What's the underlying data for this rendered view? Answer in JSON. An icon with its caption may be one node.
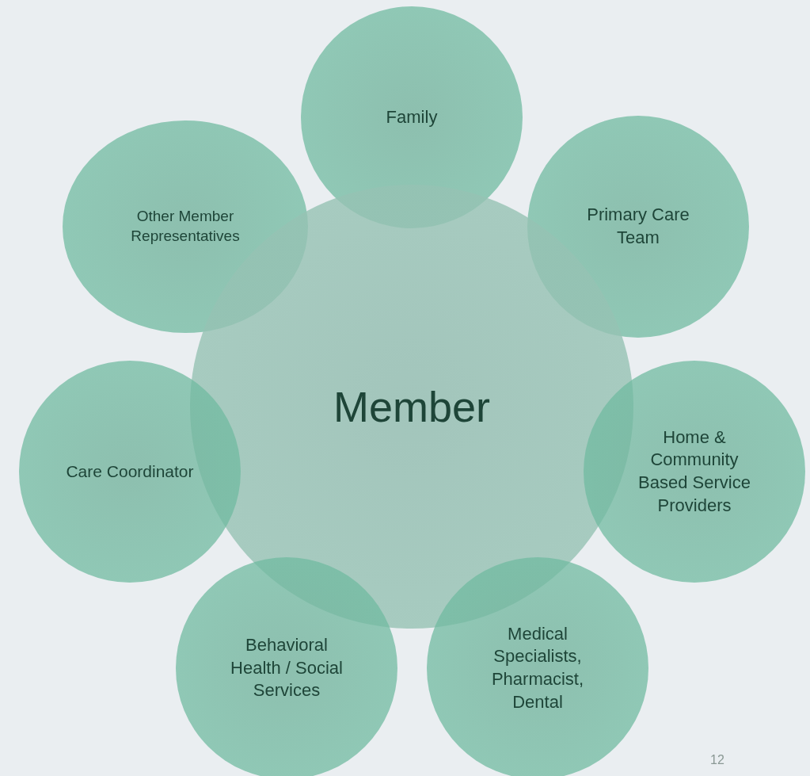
{
  "diagram": {
    "nodes": [
      {
        "text": [
          "Family"
        ]
      },
      {
        "text": [
          "Other Member Representatives"
        ]
      },
      {
        "text": [
          "Primary Care Team"
        ]
      },
      {
        "text": [
          "Member"
        ]
      },
      {
        "text": [
          "Care Coordinator"
        ]
      },
      {
        "text": [
          "Home & Community Based Service Providers"
        ]
      },
      {
        "text": [
          "Behavioral Health / Social Services"
        ]
      },
      {
        "text": [
          "Medical Specialists, Pharmacist, Dental"
        ]
      }
    ],
    "labels": [
      "12"
    ]
  }
}
